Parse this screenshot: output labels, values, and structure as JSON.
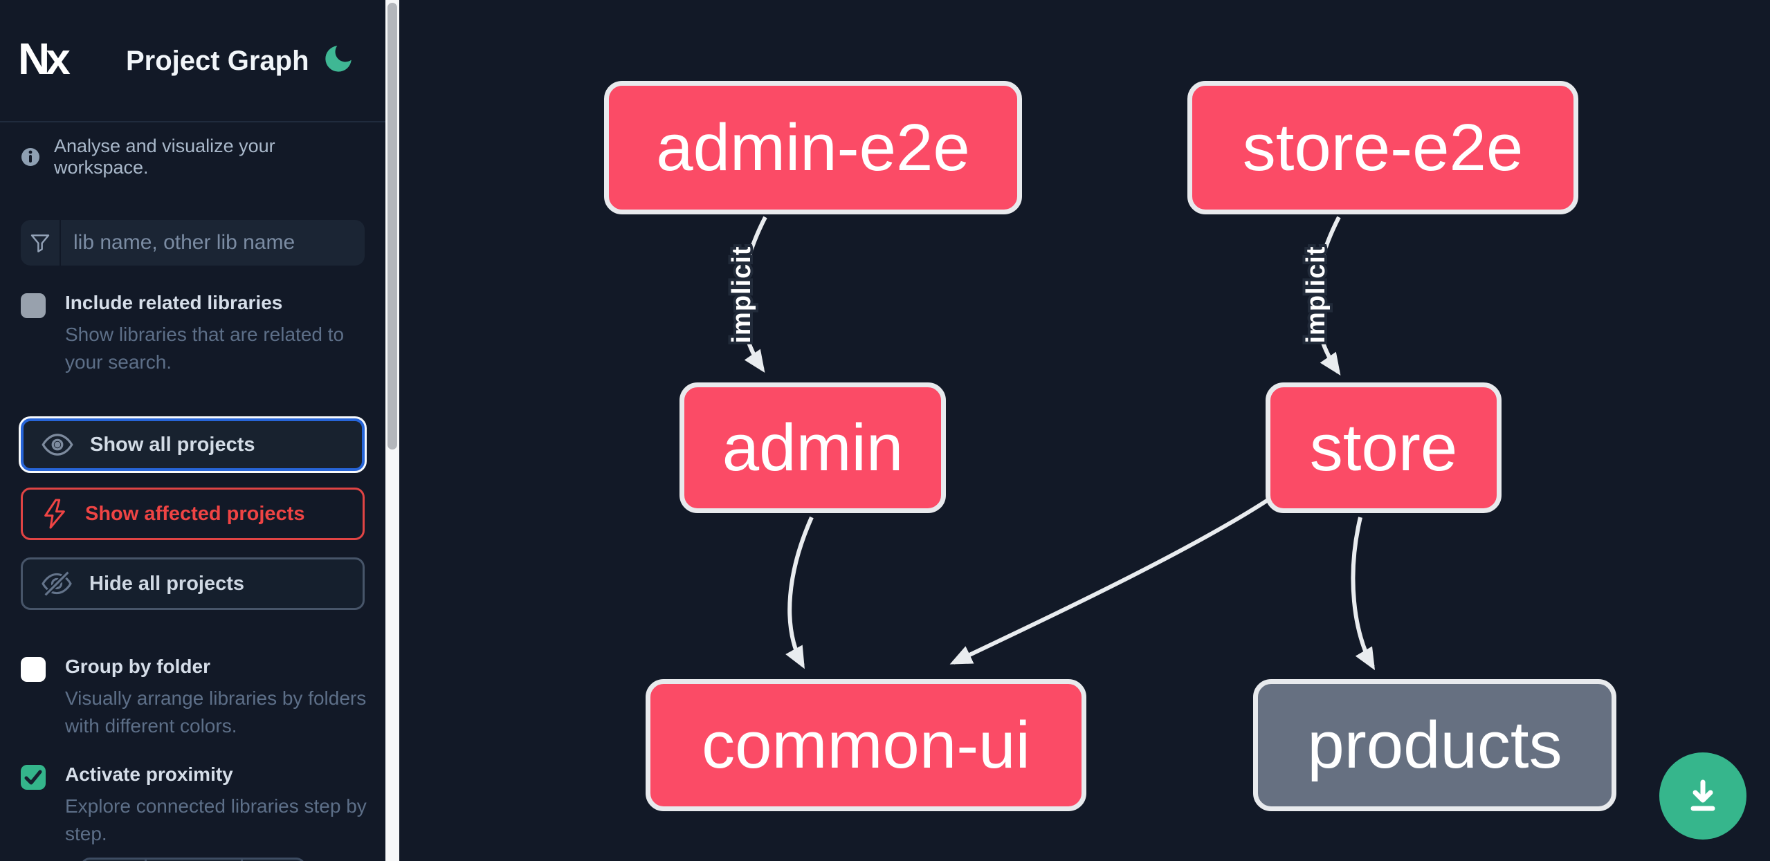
{
  "app": {
    "logo": "Nx",
    "title": "Project Graph"
  },
  "sidebar": {
    "tagline": "Analyse and visualize your workspace.",
    "filter": {
      "placeholder": "lib name, other lib name",
      "value": ""
    },
    "options": [
      {
        "label": "Include related libraries",
        "description": "Show libraries that are related to your search.",
        "checked": false
      },
      {
        "label": "Group by folder",
        "description": "Visually arrange libraries by folders with different colors.",
        "checked": false
      },
      {
        "label": "Activate proximity",
        "description": "Explore connected libraries step by step.",
        "checked": true
      }
    ],
    "actions": [
      {
        "label": "Show all projects"
      },
      {
        "label": "Show affected projects"
      },
      {
        "label": "Hide all projects"
      }
    ]
  },
  "graph": {
    "nodes": [
      {
        "id": "admin-e2e",
        "label": "admin-e2e",
        "color": "#fb4b66"
      },
      {
        "id": "store-e2e",
        "label": "store-e2e",
        "color": "#fb4b66"
      },
      {
        "id": "admin",
        "label": "admin",
        "color": "#fb4b66"
      },
      {
        "id": "store",
        "label": "store",
        "color": "#fb4b66"
      },
      {
        "id": "common-ui",
        "label": "common-ui",
        "color": "#fb4b66"
      },
      {
        "id": "products",
        "label": "products",
        "color": "#667081"
      }
    ],
    "edges": [
      {
        "source": "admin-e2e",
        "target": "admin",
        "label": "implicit"
      },
      {
        "source": "store-e2e",
        "target": "store",
        "label": "implicit"
      },
      {
        "source": "admin",
        "target": "common-ui",
        "label": ""
      },
      {
        "source": "store",
        "target": "common-ui",
        "label": ""
      },
      {
        "source": "store",
        "target": "products",
        "label": ""
      }
    ]
  },
  "colors": {
    "background": "#121927",
    "node_pink": "#fb4b66",
    "node_gray": "#667081",
    "node_border": "#e8eaed",
    "edge": "#e9ecef",
    "accent_green": "#36b68c",
    "focus_blue": "#2765d8",
    "affected_red": "#ef4444"
  }
}
